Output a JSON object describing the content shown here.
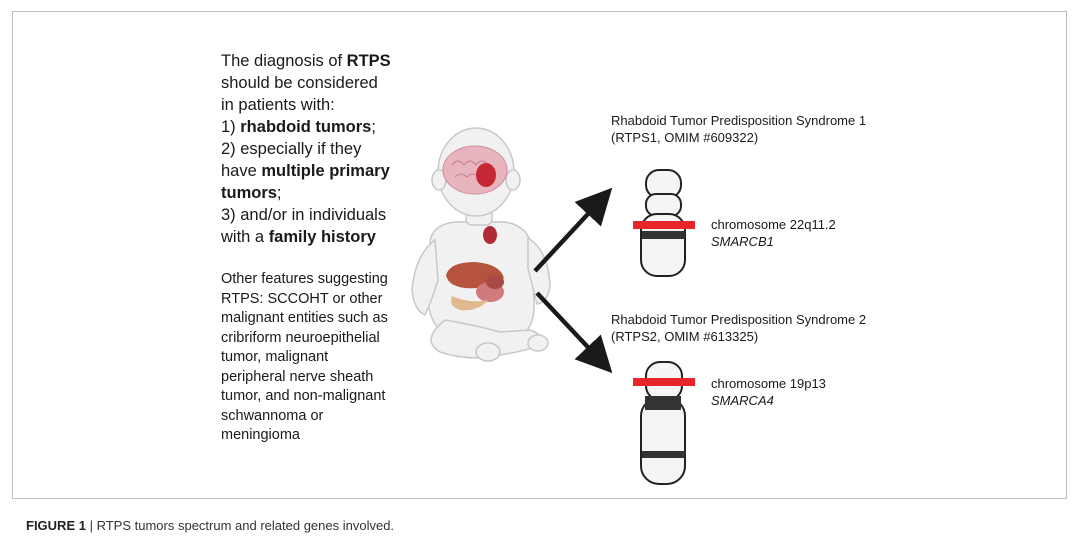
{
  "main_text": {
    "l1a": "The diagnosis of ",
    "l1b": "RTPS",
    "l2": "should be considered",
    "l3": "in patients with:",
    "l4a": "1) ",
    "l4b": "rhabdoid tumors",
    "l4c": ";",
    "l5": "2) especially if they",
    "l6a": "have ",
    "l6b": "multiple primary",
    "l7a": "tumors",
    "l7b": ";",
    "l8": "3) and/or in individuals",
    "l9a": "with a ",
    "l9b": "family history"
  },
  "other_features": [
    "Other features suggesting",
    "RTPS: SCCOHT or other",
    "malignant entities such as",
    "cribriform neuroepithelial",
    "tumor, malignant",
    "peripheral nerve sheath",
    "tumor, and non-malignant",
    "schwannoma or",
    "meningioma"
  ],
  "syndrome1": {
    "title": "Rhabdoid Tumor Predisposition Syndrome 1",
    "subtitle": "(RTPS1, OMIM #609322)",
    "chromosome": "chromosome 22q11.2",
    "gene": "SMARCB1"
  },
  "syndrome2": {
    "title": "Rhabdoid Tumor Predisposition Syndrome 2",
    "subtitle": "(RTPS2, OMIM #613325)",
    "chromosome": "chromosome 19p13",
    "gene": "SMARCA4"
  },
  "caption": {
    "label": "FIGURE 1",
    "separator": " | ",
    "text": "RTPS tumors spectrum and related genes involved."
  },
  "colors": {
    "band_red": "#e8262a",
    "arrow": "#1a1a1a",
    "baby_skin": "#f1f1f1",
    "tumor": "#c62833"
  }
}
